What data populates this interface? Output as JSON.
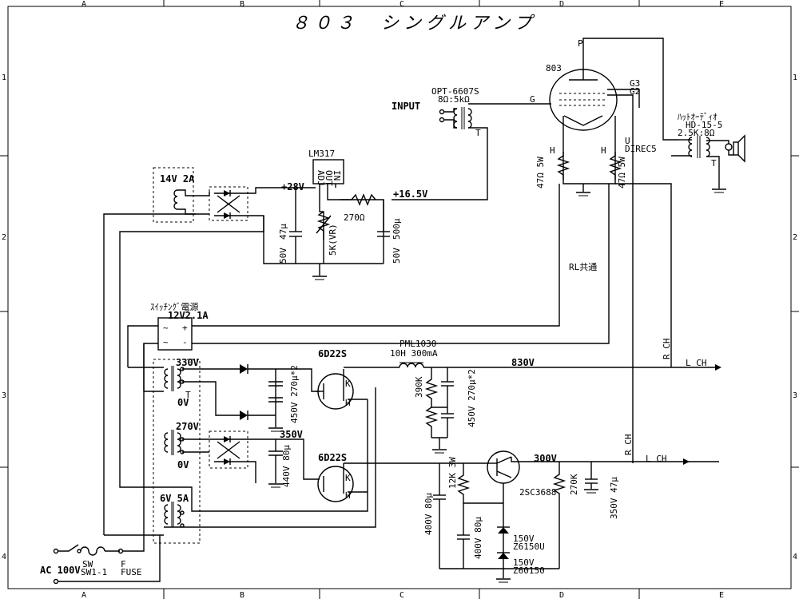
{
  "title": "８０３　シングルアンプ",
  "zones": {
    "cols": [
      "A",
      "B",
      "C",
      "D",
      "E"
    ],
    "rows": [
      "1",
      "2",
      "3",
      "4"
    ]
  },
  "tube": {
    "name": "803",
    "pin_p": "P",
    "pin_g": "G",
    "pin_g3": "G3",
    "pin_g2": "G2",
    "pin_h": "H",
    "pin_u": "U",
    "direc": "DIREC5"
  },
  "labels": {
    "input": "INPUT",
    "rl_common": "RL共通",
    "lch": "L CH",
    "rch": "R CH",
    "ac_input": "AC 100V",
    "sw": "SW",
    "sw_part": "SW1-1",
    "fuse_f": "F",
    "fuse": "FUSE"
  },
  "transformers": {
    "input": {
      "name": "OPT-6607S",
      "ratio": "8Ω:5kΩ",
      "tap": "T"
    },
    "output": {
      "maker": "ﾊｯﾄｵｰﾃﾞｨｵ",
      "model": "HD-15-5",
      "ratio": "2.5K:8Ω",
      "tap": "T"
    },
    "t14v": "14V 2A",
    "power": {
      "t330": "330V",
      "t0": "0V",
      "t270": "270V",
      "t6v": "6V 5A",
      "tap": "T"
    }
  },
  "rails": {
    "v28": "+28V",
    "v16_5": "+16.5V",
    "v350": "350V",
    "v830": "830V",
    "v300": "300V"
  },
  "regulator": {
    "name": "LM317",
    "pin_adj": "ADJ",
    "pin_out": "OUT",
    "pin_in": "IN"
  },
  "resistors": {
    "heater_left": "47Ω 5W",
    "heater_right": "47Ω 5W",
    "r270": "270Ω",
    "vr": "5K(VR)",
    "r390k": "390K",
    "r12k": "12K 3W",
    "r270k": "270K"
  },
  "capacitors": {
    "c47u_left": "47μ",
    "c50v_left": "50V",
    "c500u": "500μ",
    "c50v_right": "50V",
    "c330": "450V 270μ*2",
    "c270": "440V 80μ",
    "c830": "450V 270μ*2",
    "c400_left": "400V 80μ",
    "c400_mid": "400V 80μ",
    "c350_out": "350V 47μ"
  },
  "psu": {
    "name": "ｽｲｯﾁﾝｸﾞ電源",
    "rating": "12V2.1A",
    "ac": "~",
    "plus": "+",
    "minus": "-"
  },
  "damper_tubes": [
    "6D22S",
    "6D22S"
  ],
  "damper_tubes_pins": {
    "k": "K",
    "h": "H"
  },
  "choke": {
    "name": "PML1030",
    "rating": "10H  300mA"
  },
  "semis": {
    "transistor": "2SC3688",
    "zener1_v": "150V",
    "zener1_p": "Z6150U",
    "zener2_v": "150V",
    "zener2_p": "Z60150"
  }
}
